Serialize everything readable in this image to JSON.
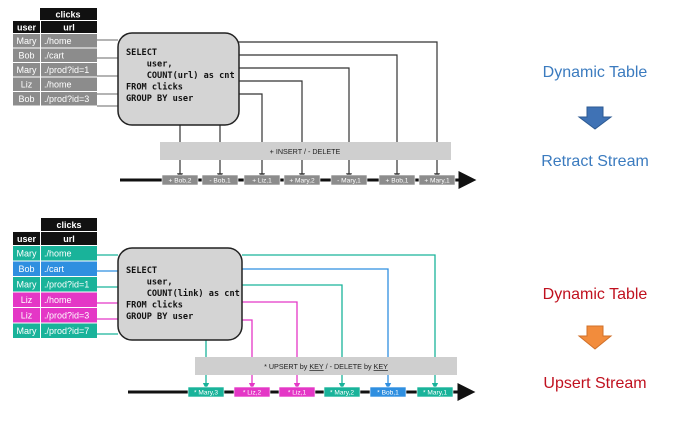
{
  "top": {
    "table": {
      "title": "clicks",
      "columns": [
        "user",
        "url"
      ],
      "rows": [
        {
          "user": "Mary",
          "url": "./home"
        },
        {
          "user": "Bob",
          "url": "./cart"
        },
        {
          "user": "Mary",
          "url": "./prod?id=1"
        },
        {
          "user": "Liz",
          "url": "./home"
        },
        {
          "user": "Bob",
          "url": "./prod?id=3"
        }
      ]
    },
    "query": [
      "SELECT",
      "  user,",
      "  COUNT(url) as cnt",
      "FROM clicks",
      "GROUP BY user"
    ],
    "bar_label": "+ INSERT / - DELETE",
    "events": [
      "+ Bob,2",
      "- Bob,1",
      "+ Liz,1",
      "+ Mary,2",
      "- Mary,1",
      "+ Bob,1",
      "+ Mary,1"
    ],
    "side_title": "Dynamic Table",
    "side_result": "Retract Stream",
    "side_color": "#3b7bbf"
  },
  "bottom": {
    "table": {
      "title": "clicks",
      "columns": [
        "user",
        "url"
      ],
      "rows": [
        {
          "user": "Mary",
          "url": "./home"
        },
        {
          "user": "Bob",
          "url": "./cart"
        },
        {
          "user": "Mary",
          "url": "./prod?id=1"
        },
        {
          "user": "Liz",
          "url": "./home"
        },
        {
          "user": "Liz",
          "url": "./prod?id=3"
        },
        {
          "user": "Mary",
          "url": "./prod?id=7"
        }
      ]
    },
    "query": [
      "SELECT",
      "  user,",
      "  COUNT(link) as cnt",
      "FROM clicks",
      "GROUP BY user"
    ],
    "bar_label_parts": [
      "* UPSERT by ",
      "KEY",
      " / - DELETE by ",
      "KEY"
    ],
    "events": [
      "* Mary,3",
      "* Liz,2",
      "* Liz,1",
      "* Mary,2",
      "* Bob,1",
      "* Mary,1"
    ],
    "side_title": "Dynamic Table",
    "side_result": "Upsert Stream",
    "side_color": "#c0111f"
  },
  "colors": {
    "mary": "#19b39a",
    "bob": "#2f8fe0",
    "liz": "#e437c6",
    "gray": "#8c8c8c",
    "arrow_blue": "#3f72b5",
    "arrow_orange": "#f28c3c"
  }
}
